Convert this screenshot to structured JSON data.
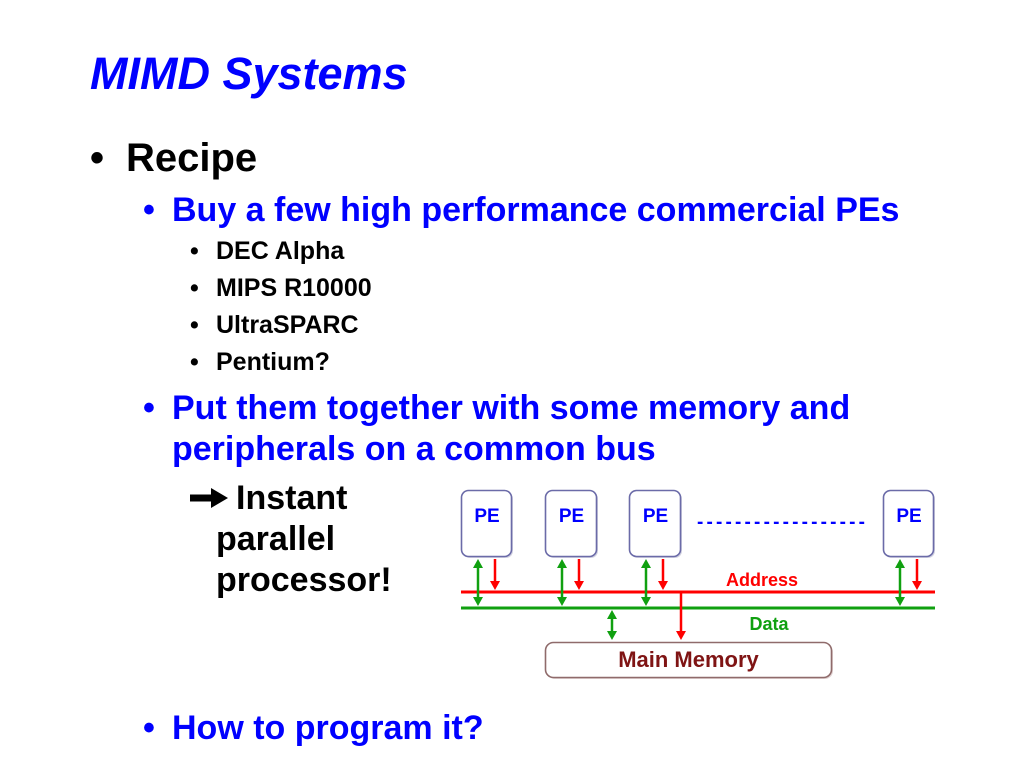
{
  "colors": {
    "title": "#0000ff",
    "heading_text": "#000000",
    "subpoint_text": "#0000ff",
    "pe_label": "#0000ff",
    "pe_border": "#6b6ba8",
    "address_bus": "#ff0000",
    "data_bus": "#10a010",
    "memory_label": "#7f1414",
    "memory_border": "#8f6b6b"
  },
  "title": "MIMD Systems",
  "bullet": "•",
  "recipe": {
    "label": "Recipe",
    "buy": {
      "text": "Buy a few high performance commercial PEs",
      "processors": [
        "DEC Alpha",
        "MIPS R10000",
        "UltraSPARC",
        "Pentium?"
      ]
    },
    "combine": {
      "lines": [
        "Put them together with some memory and",
        "peripherals on a common bus"
      ],
      "result": {
        "icon": "right-arrow-icon",
        "lines": [
          "Instant",
          "parallel",
          "processor!"
        ]
      }
    },
    "program": {
      "text": "How to program it?"
    }
  },
  "diagram": {
    "pe_labels": [
      "PE",
      "PE",
      "PE",
      "PE"
    ],
    "ellipsis": "------------------",
    "address_label": "Address",
    "data_label": "Data",
    "memory_label": "Main Memory"
  }
}
